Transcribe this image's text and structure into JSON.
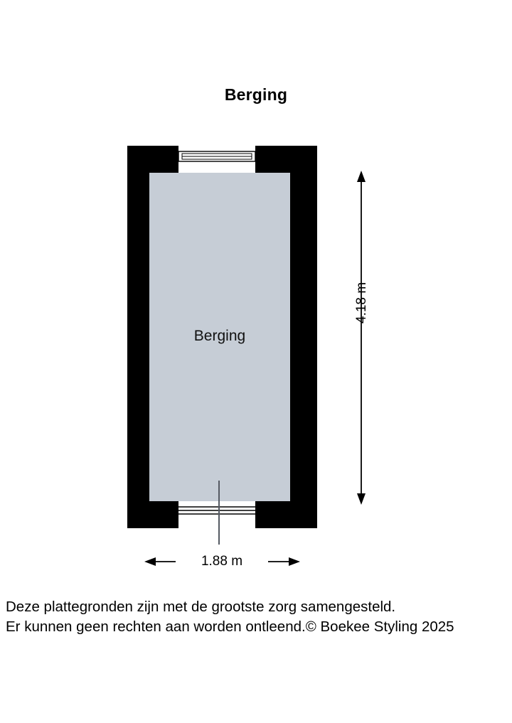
{
  "plan": {
    "title": "Berging",
    "room": {
      "name": "Berging",
      "fill_color": "#c6cdd6",
      "wall_color": "#000000"
    },
    "dimensions": {
      "vertical": "4.18 m",
      "horizontal": "1.88 m"
    },
    "openings": [
      {
        "name": "top-window",
        "type": "window"
      },
      {
        "name": "bottom-door",
        "type": "door"
      }
    ]
  },
  "footer": {
    "line1": "Deze plattegronden zijn met de grootste zorg samengesteld.",
    "line2": "Er kunnen geen rechten aan worden ontleend.",
    "credit": "© Boekee Styling 2025"
  }
}
